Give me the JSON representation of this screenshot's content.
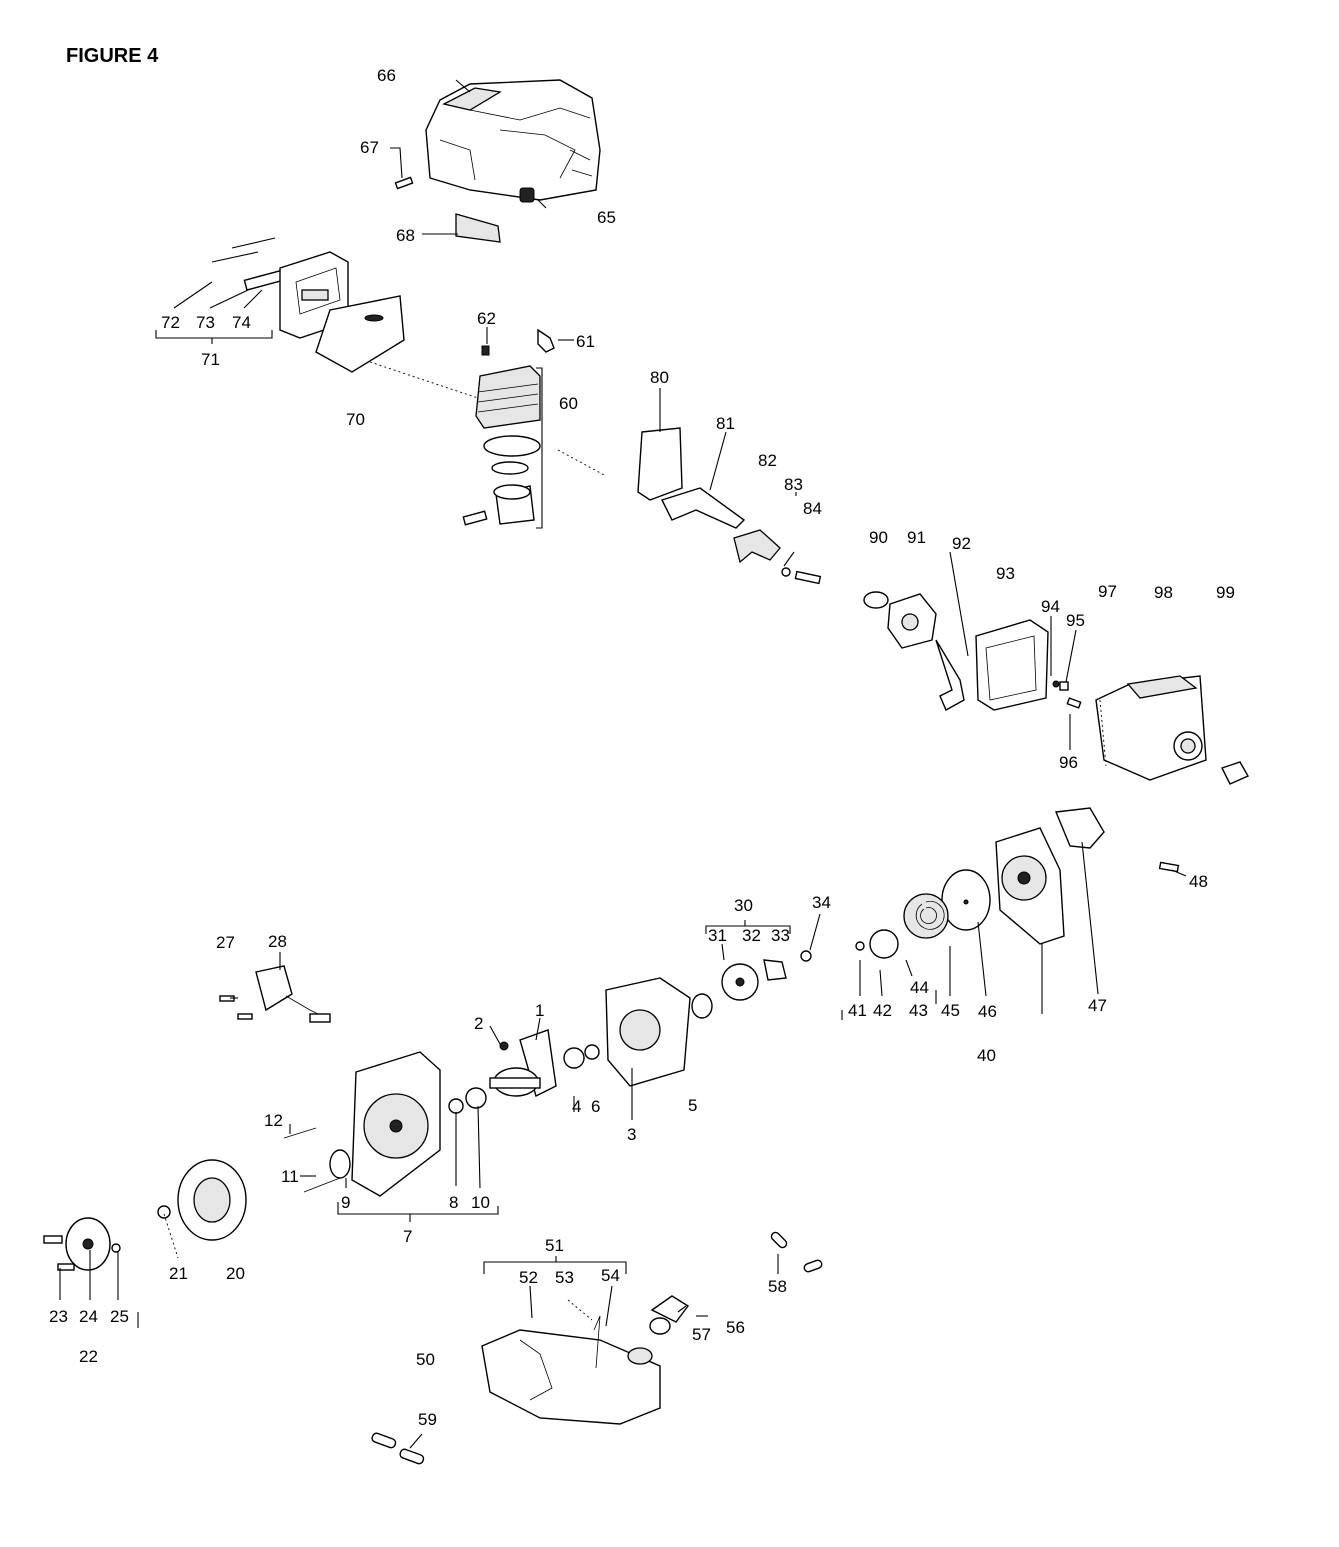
{
  "title": "FIGURE 4",
  "callouts": [
    {
      "id": "c66",
      "text": "66"
    },
    {
      "id": "c67",
      "text": "67"
    },
    {
      "id": "c65",
      "text": "65"
    },
    {
      "id": "c68",
      "text": "68"
    },
    {
      "id": "c72",
      "text": "72"
    },
    {
      "id": "c73",
      "text": "73"
    },
    {
      "id": "c74",
      "text": "74"
    },
    {
      "id": "c71",
      "text": "71"
    },
    {
      "id": "c62",
      "text": "62"
    },
    {
      "id": "c61",
      "text": "61"
    },
    {
      "id": "c60",
      "text": "60"
    },
    {
      "id": "c70",
      "text": "70"
    },
    {
      "id": "c80",
      "text": "80"
    },
    {
      "id": "c81",
      "text": "81"
    },
    {
      "id": "c82",
      "text": "82"
    },
    {
      "id": "c83",
      "text": "83"
    },
    {
      "id": "c84",
      "text": "84"
    },
    {
      "id": "c90",
      "text": "90"
    },
    {
      "id": "c91",
      "text": "91"
    },
    {
      "id": "c92",
      "text": "92"
    },
    {
      "id": "c93",
      "text": "93"
    },
    {
      "id": "c94",
      "text": "94"
    },
    {
      "id": "c95",
      "text": "95"
    },
    {
      "id": "c97",
      "text": "97"
    },
    {
      "id": "c98",
      "text": "98"
    },
    {
      "id": "c99",
      "text": "99"
    },
    {
      "id": "c96",
      "text": "96"
    },
    {
      "id": "c48",
      "text": "48"
    },
    {
      "id": "c47",
      "text": "47"
    },
    {
      "id": "c30",
      "text": "30"
    },
    {
      "id": "c31",
      "text": "31"
    },
    {
      "id": "c32",
      "text": "32"
    },
    {
      "id": "c33",
      "text": "33"
    },
    {
      "id": "c34",
      "text": "34"
    },
    {
      "id": "c41",
      "text": "41"
    },
    {
      "id": "c42",
      "text": "42"
    },
    {
      "id": "c44",
      "text": "44"
    },
    {
      "id": "c43",
      "text": "43"
    },
    {
      "id": "c45",
      "text": "45"
    },
    {
      "id": "c46",
      "text": "46"
    },
    {
      "id": "c40",
      "text": "40"
    },
    {
      "id": "c27",
      "text": "27"
    },
    {
      "id": "c28",
      "text": "28"
    },
    {
      "id": "c1",
      "text": "1"
    },
    {
      "id": "c2",
      "text": "2"
    },
    {
      "id": "c4",
      "text": "4"
    },
    {
      "id": "c6",
      "text": "6"
    },
    {
      "id": "c3",
      "text": "3"
    },
    {
      "id": "c5",
      "text": "5"
    },
    {
      "id": "c12",
      "text": "12"
    },
    {
      "id": "c11",
      "text": "11"
    },
    {
      "id": "c9",
      "text": "9"
    },
    {
      "id": "c8",
      "text": "8"
    },
    {
      "id": "c10",
      "text": "10"
    },
    {
      "id": "c7",
      "text": "7"
    },
    {
      "id": "c21",
      "text": "21"
    },
    {
      "id": "c20",
      "text": "20"
    },
    {
      "id": "c23",
      "text": "23"
    },
    {
      "id": "c24",
      "text": "24"
    },
    {
      "id": "c25",
      "text": "25"
    },
    {
      "id": "c22",
      "text": "22"
    },
    {
      "id": "c51",
      "text": "51"
    },
    {
      "id": "c52",
      "text": "52"
    },
    {
      "id": "c53",
      "text": "53"
    },
    {
      "id": "c54",
      "text": "54"
    },
    {
      "id": "c58",
      "text": "58"
    },
    {
      "id": "c57",
      "text": "57"
    },
    {
      "id": "c56",
      "text": "56"
    },
    {
      "id": "c50",
      "text": "50"
    },
    {
      "id": "c59",
      "text": "59"
    }
  ]
}
